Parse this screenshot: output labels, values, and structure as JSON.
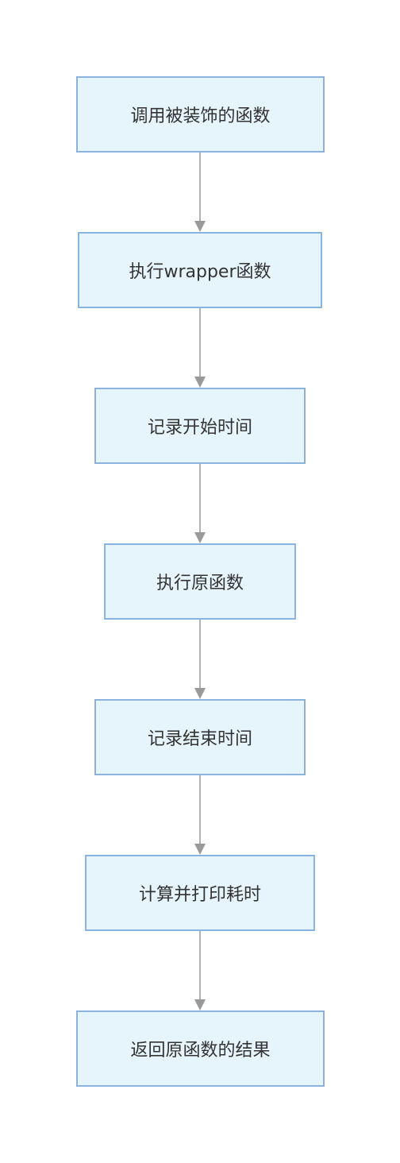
{
  "flowchart": {
    "nodes": [
      {
        "id": "n1",
        "label": "调用被装饰的函数"
      },
      {
        "id": "n2",
        "label": "执行wrapper函数"
      },
      {
        "id": "n3",
        "label": "记录开始时间"
      },
      {
        "id": "n4",
        "label": "执行原函数"
      },
      {
        "id": "n5",
        "label": "记录结束时间"
      },
      {
        "id": "n6",
        "label": "计算并打印耗时"
      },
      {
        "id": "n7",
        "label": "返回原函数的结果"
      }
    ],
    "edges": [
      {
        "from": "n1",
        "to": "n2"
      },
      {
        "from": "n2",
        "to": "n3"
      },
      {
        "from": "n3",
        "to": "n4"
      },
      {
        "from": "n4",
        "to": "n5"
      },
      {
        "from": "n5",
        "to": "n6"
      },
      {
        "from": "n6",
        "to": "n7"
      }
    ],
    "colors": {
      "node_fill": "#e6f4fc",
      "node_border": "#8ab4de",
      "edge": "#999999",
      "text": "#333333"
    }
  }
}
